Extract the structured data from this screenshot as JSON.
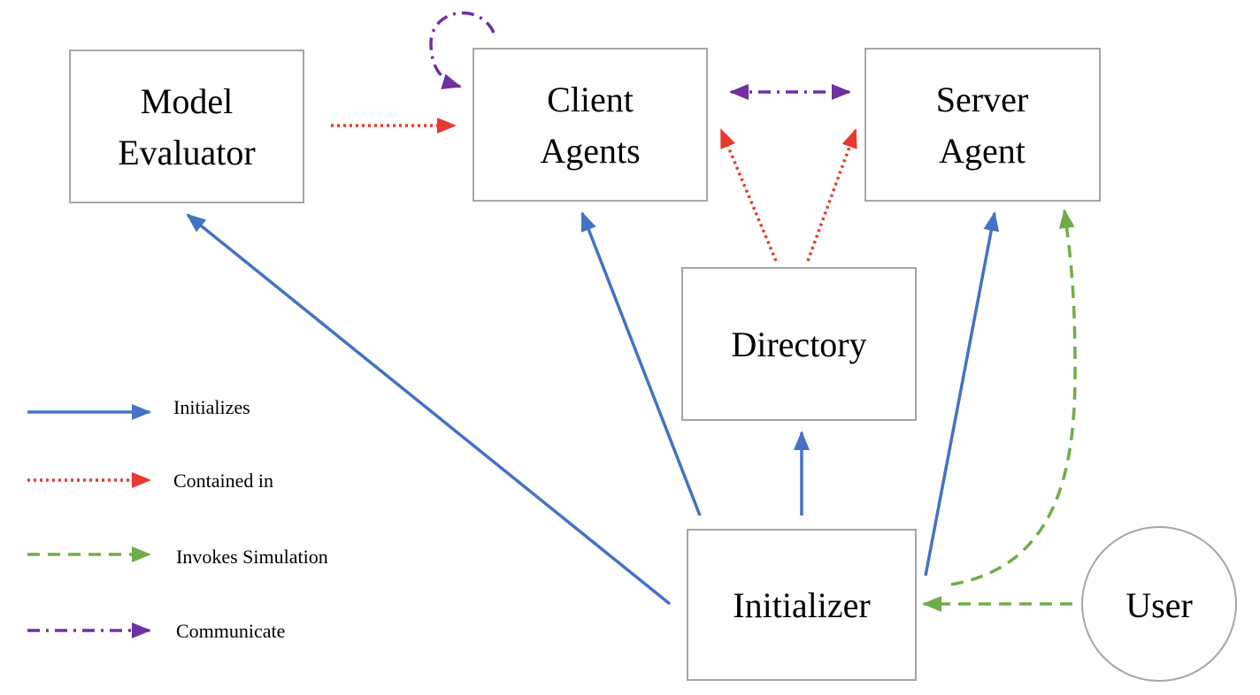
{
  "colors": {
    "initializes": "#4472c4",
    "contained_in": "#e63a2e",
    "invokes_simulation": "#70ad47",
    "communicate": "#7030a0",
    "box_border": "#a6a6a6"
  },
  "nodes": {
    "model_evaluator": {
      "lines": [
        "Model",
        "Evaluator"
      ]
    },
    "client_agents": {
      "lines": [
        "Client",
        "Agents"
      ]
    },
    "server_agent": {
      "lines": [
        "Server",
        "Agent"
      ]
    },
    "directory": {
      "lines": [
        "Directory"
      ]
    },
    "initializer": {
      "lines": [
        "Initializer"
      ]
    },
    "user": {
      "lines": [
        "User"
      ]
    }
  },
  "legend": [
    {
      "style": "initializes",
      "label": "Initializes"
    },
    {
      "style": "contained_in",
      "label": "Contained in"
    },
    {
      "style": "invokes_simulation",
      "label": "Invokes Simulation"
    },
    {
      "style": "communicate",
      "label": "Communicate"
    }
  ]
}
